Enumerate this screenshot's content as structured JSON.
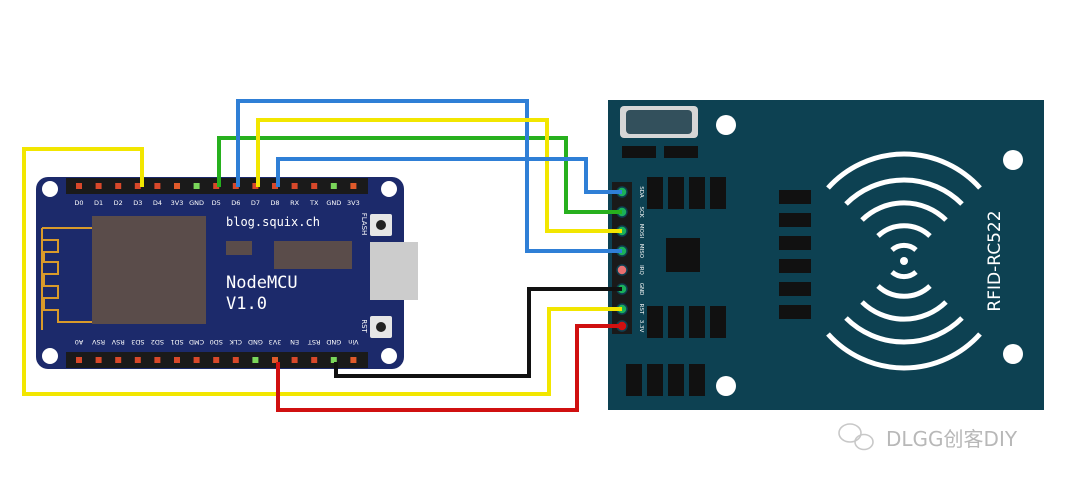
{
  "nodemcu": {
    "top_pins": [
      "D0",
      "D1",
      "D2",
      "D3",
      "D4",
      "3V3",
      "GND",
      "D5",
      "D6",
      "D7",
      "D8",
      "RX",
      "TX",
      "GND",
      "3V3"
    ],
    "bottom_pins": [
      "A0",
      "RSV",
      "RSV",
      "SD3",
      "SD2",
      "SD1",
      "CMD",
      "SD0",
      "CLK",
      "GND",
      "3V3",
      "EN",
      "RST",
      "GND",
      "Vin"
    ],
    "url": "blog.squix.ch",
    "model_line1": "NodeMCU",
    "model_line2": "V1.0",
    "flash_label": "FLASH",
    "rst_label": "RST"
  },
  "rfid": {
    "label": "RFID-RC522",
    "pins": [
      "SDA",
      "SCK",
      "MOSI",
      "MISO",
      "IRQ",
      "GND",
      "RST",
      "3.3V"
    ]
  },
  "watermark": {
    "text": "DLGG创客DIY"
  },
  "colors": {
    "nodemcu_board": "#1c2a6b",
    "rfid_board": "#0d4152",
    "wire_yellow": "#f2e600",
    "wire_green": "#27b01e",
    "wire_blue": "#2f7fd6",
    "wire_black": "#111111",
    "wire_red": "#d01010"
  }
}
